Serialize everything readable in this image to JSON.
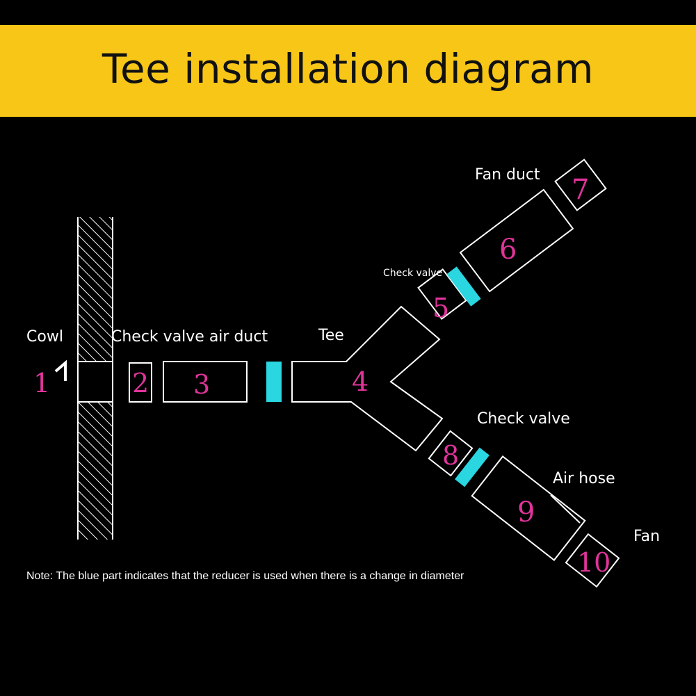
{
  "header": {
    "title": "Tee installation diagram"
  },
  "labels": {
    "cowl": "Cowl",
    "check_valve_air_duct": "Check valve air duct",
    "tee": "Tee",
    "fan_duct": "Fan duct",
    "check_valve_top": "Check valve",
    "check_valve_bottom": "Check valve",
    "air_hose": "Air hose",
    "fan": "Fan"
  },
  "numbers": {
    "n1": "1",
    "n2": "2",
    "n3": "3",
    "n4": "4",
    "n5": "5",
    "n6": "6",
    "n7": "7",
    "n8": "8",
    "n9": "9",
    "n10": "10"
  },
  "note": "Note: The blue part indicates that the reducer is used when there is a change in diameter",
  "colors": {
    "header_bg": "#f7c617",
    "background": "#000000",
    "line": "#ffffff",
    "reducer": "#2ad6e0",
    "number": "#e0349b"
  }
}
